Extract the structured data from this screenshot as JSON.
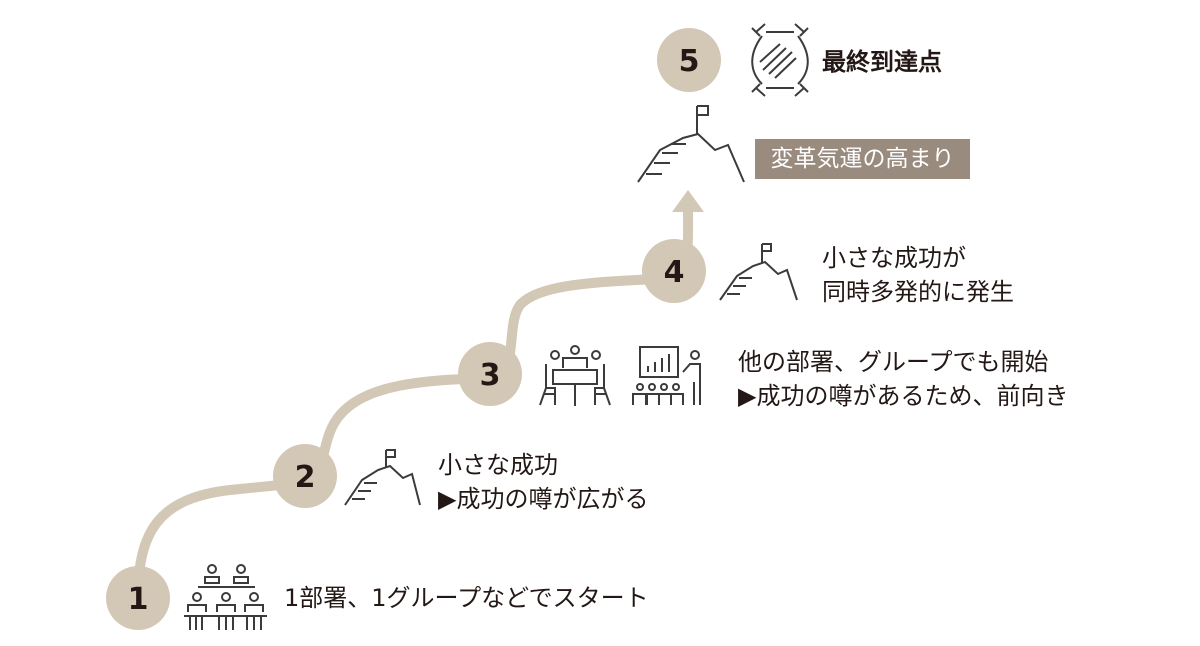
{
  "steps": [
    {
      "number": "1",
      "text": [
        "1部署、1グループなどでスタート"
      ]
    },
    {
      "number": "2",
      "text": [
        "小さな成功",
        "▶成功の噂が広がる"
      ]
    },
    {
      "number": "3",
      "text": [
        "他の部署、グループでも開始",
        "▶成功の噂があるため、前向き"
      ]
    },
    {
      "number": "4",
      "text": [
        "小さな成功が",
        "同時多発的に発生"
      ]
    },
    {
      "number": "5",
      "text": [
        "最終到達点"
      ]
    }
  ],
  "banner": "変革気運の高まり",
  "colors": {
    "path": "#d3c7b6",
    "circle": "#d3c7b6",
    "banner": "#9a8b7f",
    "icon": "#3b3b3b",
    "text": "#231815"
  }
}
